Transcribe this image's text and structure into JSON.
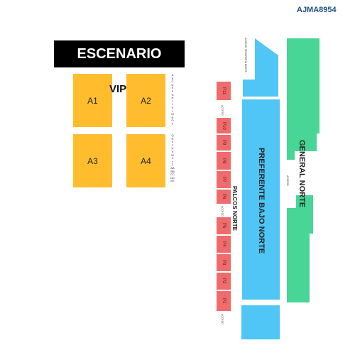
{
  "map": {
    "code": "AJMA8954",
    "stage_label": "ESCENARIO",
    "vip_label": "VIP",
    "vip_sections": [
      "A1",
      "A2",
      "A3",
      "A4"
    ],
    "rows_top": [
      "A",
      "B",
      "C",
      "D",
      "E",
      "F",
      "G",
      "H",
      "I",
      "J",
      "K",
      "L",
      "M",
      "N",
      "O",
      "P"
    ],
    "rows_bottom": [
      "Q",
      "R",
      "S",
      "T",
      "U",
      "V",
      "W",
      "X",
      "Y",
      "Z",
      "AA",
      "BB",
      "CC",
      "DD",
      "EE"
    ],
    "palcos_label": "PALCOS NORTE",
    "palcos": [
      "P11",
      "P10",
      "P9",
      "P8",
      "P7",
      "P6",
      "P5",
      "P4",
      "P3",
      "P2",
      "P1"
    ],
    "preferente_label": "PREFERENTE BAJO NORTE",
    "general_label": "GENERAL NORTE",
    "acceso_label": "ACCESO",
    "acceso_top_label": "ACCESO TESORERÍA NORTE",
    "colors": {
      "stage": "#000000",
      "vip": "#ffbd2e",
      "palcos": "#f06b6b",
      "preferente": "#4fc6f5",
      "general": "#48d696",
      "code": "#1b4f82"
    }
  }
}
